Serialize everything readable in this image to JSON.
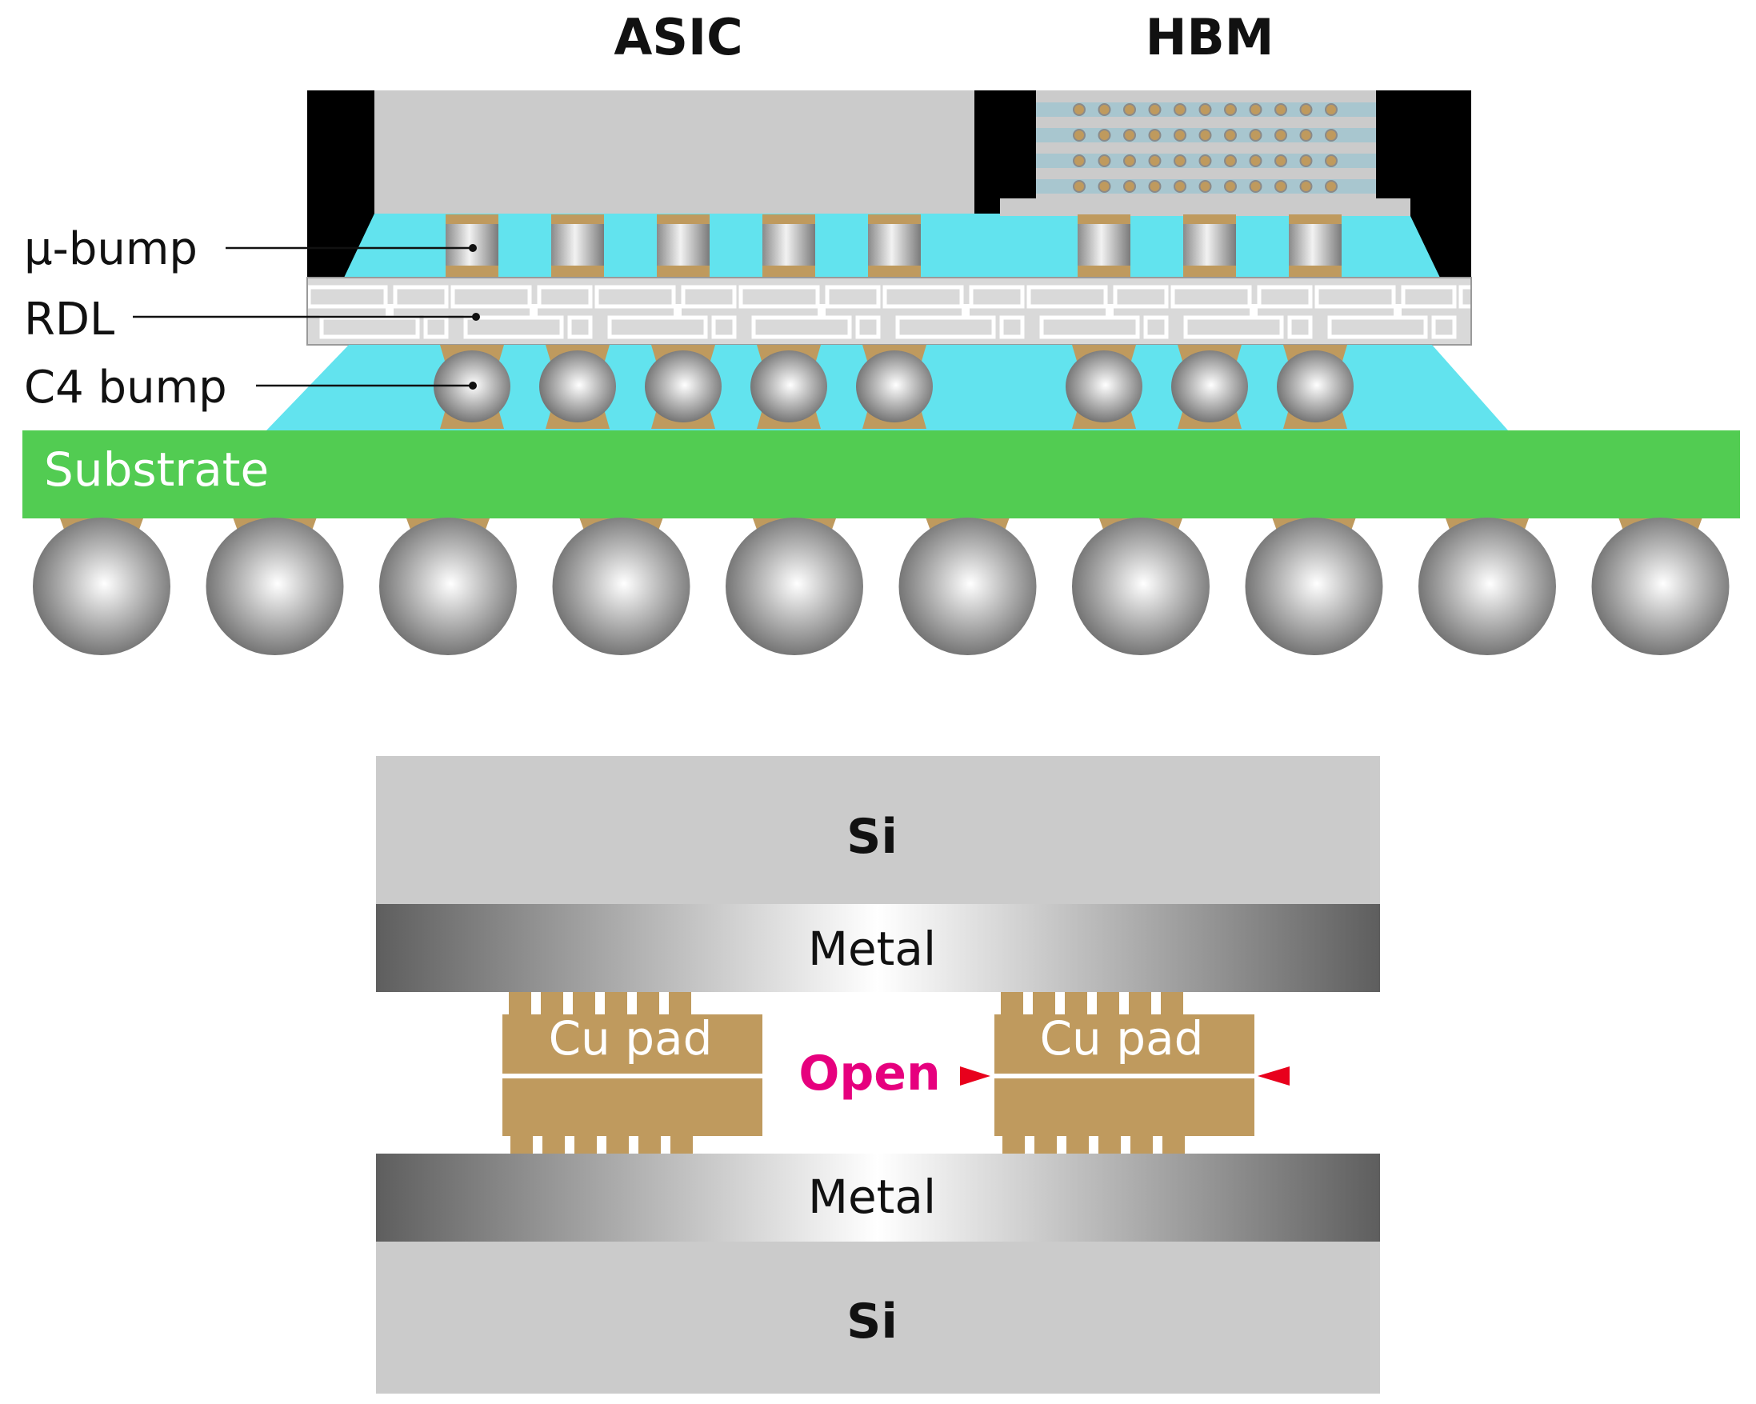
{
  "top_diagram": {
    "die_labels": {
      "asic": "ASIC",
      "hbm": "HBM"
    },
    "callouts": {
      "ubump": "μ-bump",
      "rdl": "RDL",
      "c4": "C4 bump"
    },
    "substrate": "Substrate"
  },
  "bottom_diagram": {
    "si_top": "Si",
    "metal_top": "Metal",
    "cu_pad_left": "Cu pad",
    "cu_pad_right": "Cu pad",
    "open": "Open",
    "metal_bottom": "Metal",
    "si_bottom": "Si"
  },
  "colors": {
    "underfill": "#62e3ee",
    "substrate": "#52cc52",
    "copper": "#bf9a5e",
    "silicon": "#cbcbcb",
    "mold": "#000000",
    "open_text": "#e6007e",
    "open_arrow": "#e8001c",
    "substrate_text": "#ffffff"
  }
}
